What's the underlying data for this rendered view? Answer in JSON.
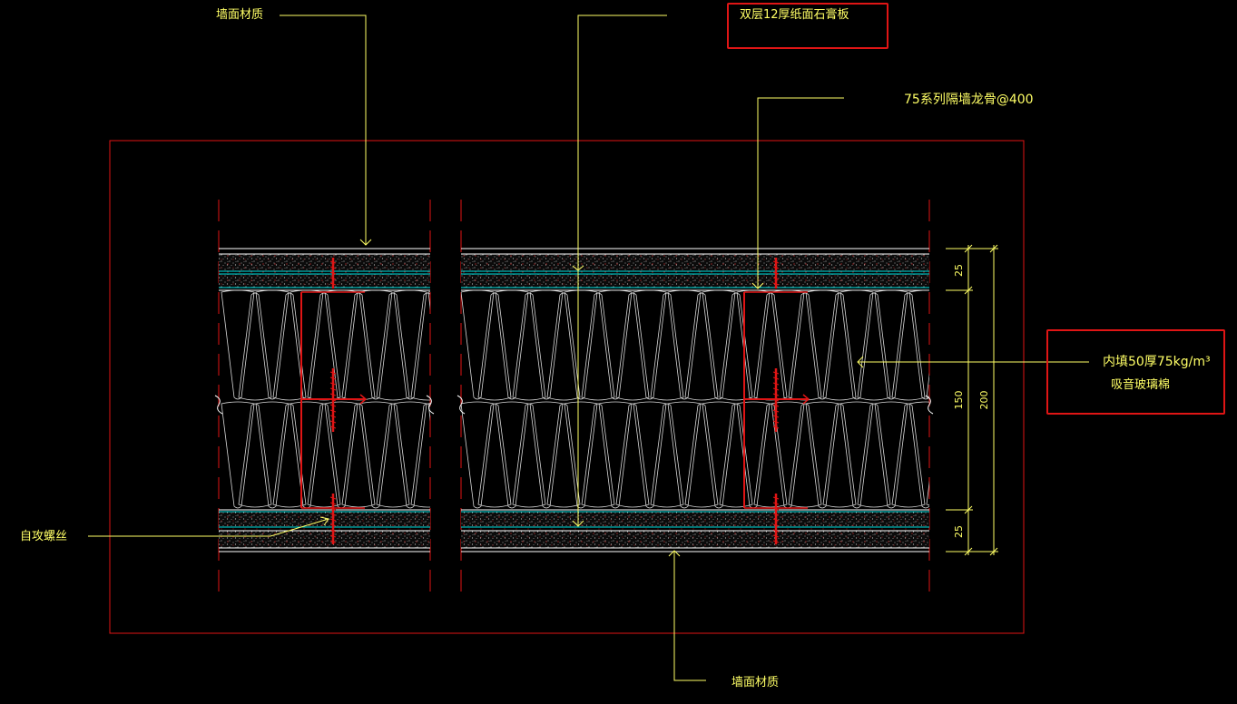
{
  "labels": {
    "wall_material_top": "墙面材质",
    "gypsum_board": "双层12厚纸面石膏板",
    "stud": "75系列隔墙龙骨@400",
    "infill_line1": "内填50厚75kg/m³",
    "infill_line2": "吸音玻璃棉",
    "screw": "自攻螺丝",
    "wall_material_bottom": "墙面材质"
  },
  "dimensions": {
    "top_board": "25",
    "core": "150",
    "bottom_board": "25",
    "total": "200"
  },
  "colors": {
    "background": "#000000",
    "outline": "#e01515",
    "leader": "#ffff66",
    "board_line": "#00e5e5",
    "insulation": "#d8d8d8",
    "highlight_box": "#e01515"
  }
}
